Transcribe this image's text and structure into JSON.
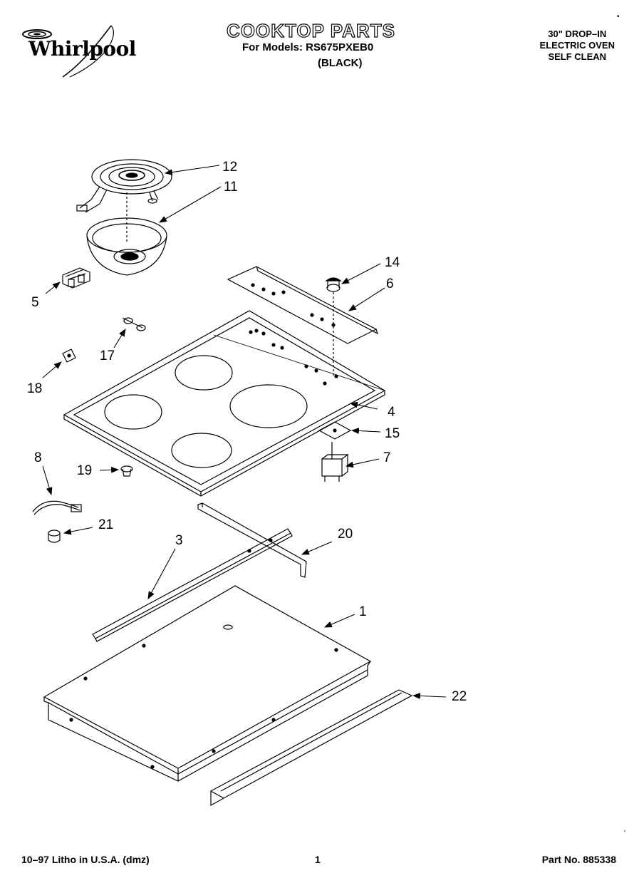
{
  "header": {
    "brand": "Whirlpool",
    "title": "COOKTOP PARTS",
    "models_line": "For Models: RS675PXEB0",
    "color": "(BLACK)",
    "spec_lines": [
      "30\" DROP–IN",
      "ELECTRIC OVEN",
      "SELF CLEAN"
    ]
  },
  "callouts": [
    "12",
    "11",
    "5",
    "14",
    "6",
    "17",
    "18",
    "4",
    "15",
    "8",
    "7",
    "19",
    "21",
    "3",
    "20",
    "1",
    "22"
  ],
  "footer": {
    "litho": "10–97 Litho in U.S.A. (dmz)",
    "page": "1",
    "part_no": "Part No. 885338"
  }
}
